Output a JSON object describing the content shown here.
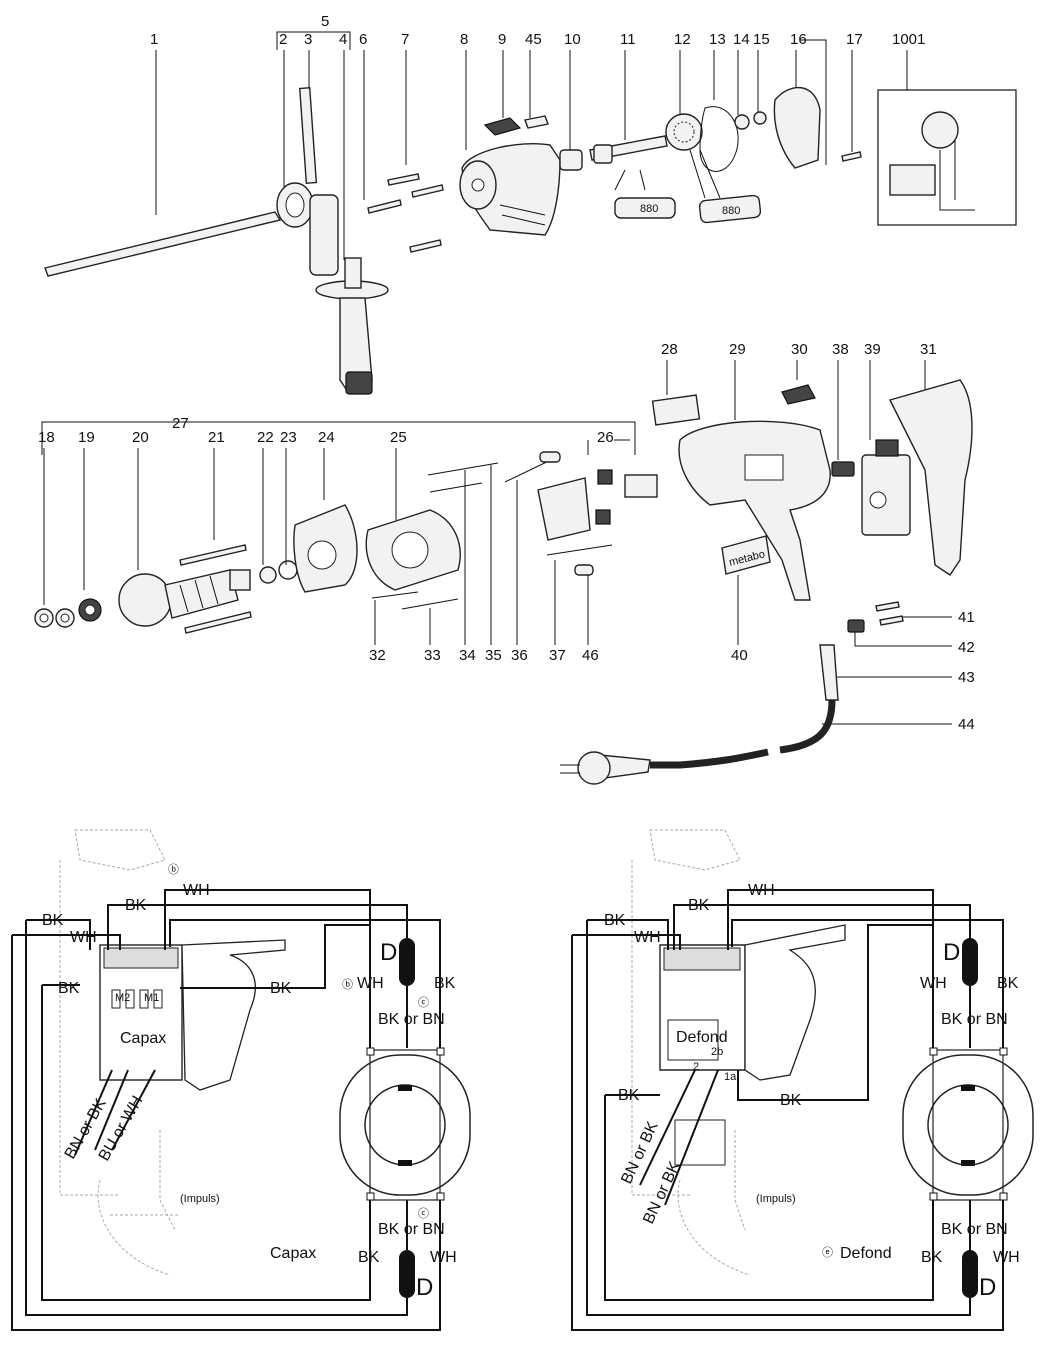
{
  "exploded_view": {
    "top_callouts": [
      "1",
      "2",
      "3",
      "4",
      "5",
      "6",
      "7",
      "8",
      "9",
      "45",
      "10",
      "11",
      "12",
      "13",
      "14",
      "15",
      "16",
      "17",
      "1001"
    ],
    "middle_callouts": [
      "28",
      "29",
      "30",
      "38",
      "39",
      "31",
      "27",
      "18",
      "19",
      "20",
      "21",
      "22",
      "23",
      "24",
      "25",
      "26"
    ],
    "bottom_callouts": [
      "32",
      "33",
      "34",
      "35",
      "36",
      "37",
      "46",
      "40"
    ],
    "right_callouts": [
      "41",
      "42",
      "43",
      "44"
    ],
    "grease_label": "880",
    "brand_label": "metabo"
  },
  "wiring_left": {
    "title": "Capax",
    "switch_label": "Capax",
    "switch_terminals": [
      "M2",
      "M1"
    ],
    "impuls": "(Impuls)",
    "mark_b": "ⓑ",
    "mark_c": "ⓒ",
    "wires": {
      "bk": "BK",
      "wh": "WH",
      "bk_or_bn": "BK or BN",
      "bn_or_bk": "BN or BK",
      "bu_or_wh": "BU or WH",
      "d": "D"
    }
  },
  "wiring_right": {
    "title": "Defond",
    "switch_label": "Defond",
    "terminal_2b": "2b",
    "terminal_2": "2",
    "terminal_1a": "1a",
    "impuls": "(Impuls)",
    "mark_e": "ⓔ",
    "wires": {
      "bk": "BK",
      "wh": "WH",
      "bk_or_bn": "BK or BN",
      "bn_or_bk": "BN or BK",
      "d": "D"
    }
  }
}
